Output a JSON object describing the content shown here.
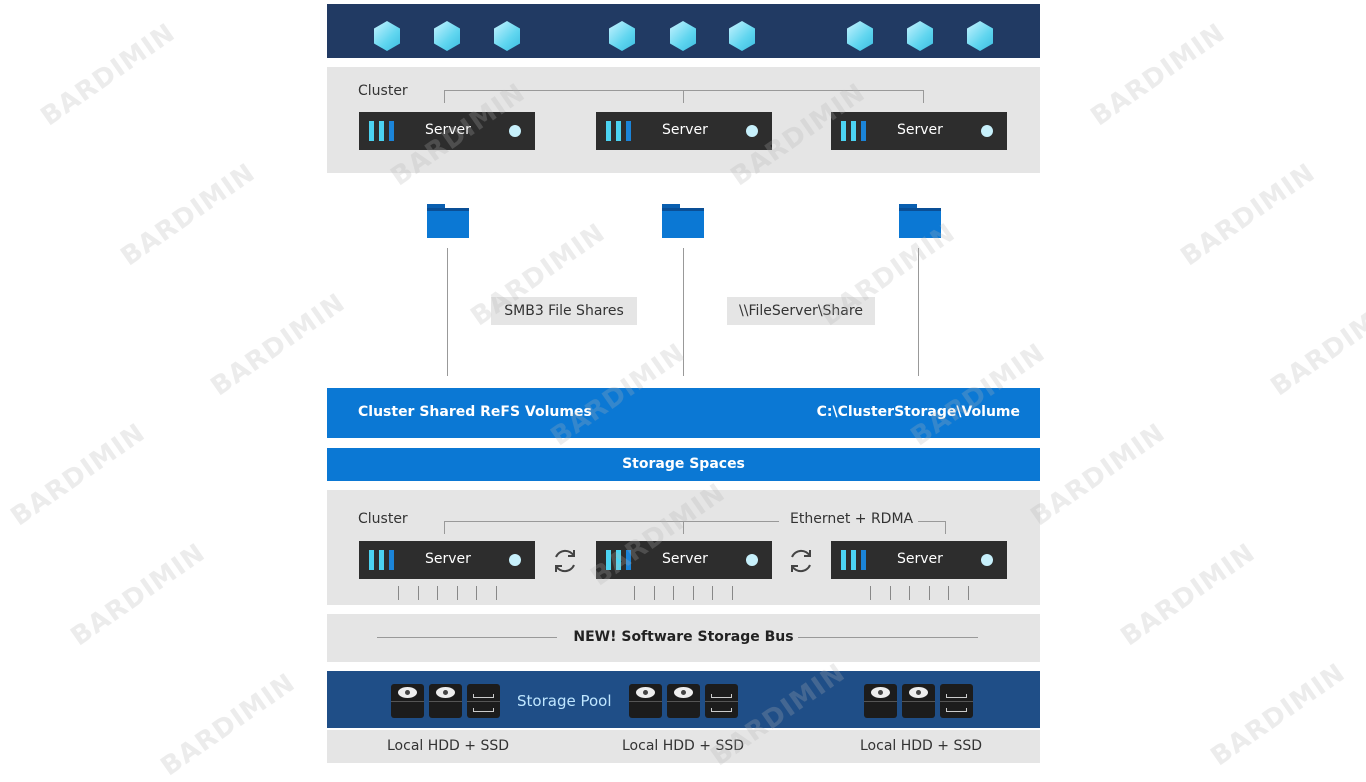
{
  "watermark": "BARDIMIN",
  "top_cluster": {
    "label": "Cluster",
    "servers": [
      "Server",
      "Server",
      "Server"
    ]
  },
  "shares": {
    "smb_label": "SMB3 File Shares",
    "path_label": "\\\\FileServer\\Share"
  },
  "csv": {
    "title": "Cluster Shared ReFS Volumes",
    "path": "C:\\ClusterStorage\\Volume"
  },
  "storage_spaces": "Storage Spaces",
  "bottom_cluster": {
    "label": "Cluster",
    "network": "Ethernet + RDMA",
    "servers": [
      "Server",
      "Server",
      "Server"
    ]
  },
  "bus": "NEW! Software Storage Bus",
  "pool": {
    "label": "Storage Pool",
    "locals": [
      "Local HDD + SSD",
      "Local HDD + SSD",
      "Local HDD + SSD"
    ]
  },
  "colors": {
    "dark": "#213a63",
    "blue": "#0b78d4",
    "pool": "#1f4e87",
    "server": "#2d2d2d"
  }
}
